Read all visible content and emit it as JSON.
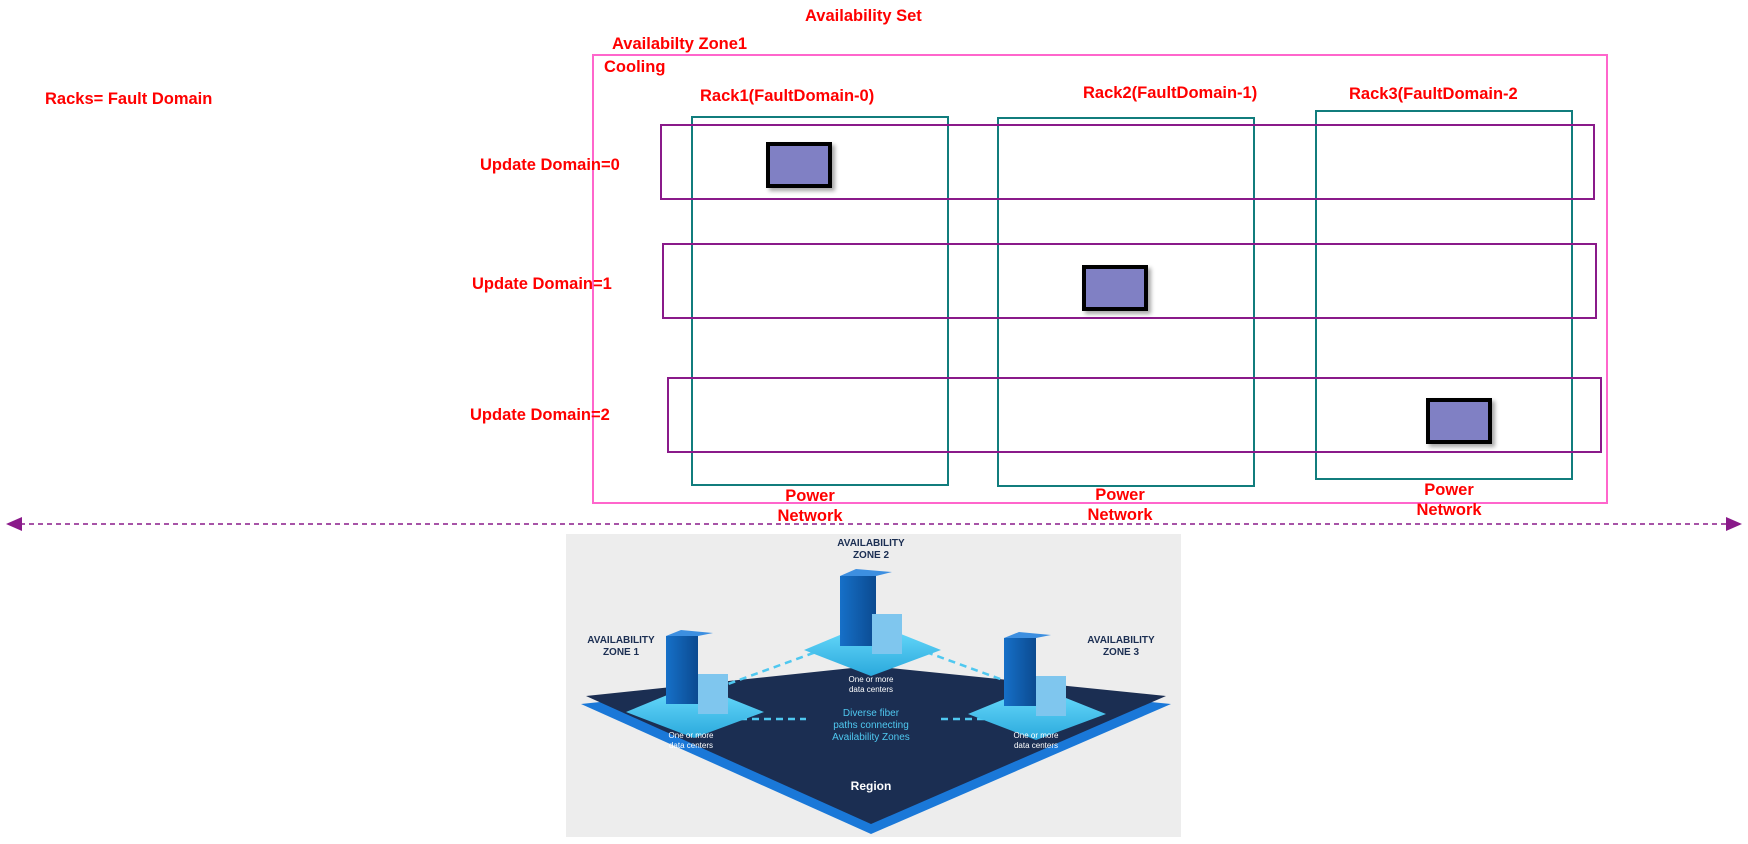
{
  "diagram": {
    "title": "Availability Set",
    "legend": "Racks= Fault Domain",
    "zone": {
      "title": "Availabilty Zone1",
      "cooling": "Cooling"
    },
    "racks": [
      {
        "label": "Rack1(FaultDomain-0)",
        "power": "Power",
        "network": "Network"
      },
      {
        "label": "Rack2(FaultDomain-1)",
        "power": "Power",
        "network": "Network"
      },
      {
        "label": "Rack3(FaultDomain-2",
        "power": "Power",
        "network": "Network"
      }
    ],
    "update_domains": [
      {
        "label": "Update Domain=0",
        "vm_rack": 0
      },
      {
        "label": "Update Domain=1",
        "vm_rack": 1
      },
      {
        "label": "Update Domain=2",
        "vm_rack": 2
      }
    ],
    "colors": {
      "labels": "#ff0000",
      "zone_border": "#ff66cc",
      "rack_border": "#117d7d",
      "update_domain_border": "#8a1a8a",
      "vm_fill": "#8080c4",
      "divider": "#8a1a8a"
    }
  },
  "region_illustration": {
    "zone2": [
      "AVAILABILITY",
      "ZONE 2"
    ],
    "zone1": [
      "AVAILABILITY",
      "ZONE 1"
    ],
    "zone3": [
      "AVAILABILITY",
      "ZONE 3"
    ],
    "dc_label": [
      "One or more",
      "data centers"
    ],
    "fiber": [
      "Diverse fiber",
      "paths connecting",
      "Availability Zones"
    ],
    "region": "Region",
    "colors": {
      "platform": "#1b2e52",
      "edge": "#1a78d8",
      "pad": "#45c8ee",
      "server": "#0f5fb0",
      "fiber_text": "#4fc8f0"
    }
  }
}
